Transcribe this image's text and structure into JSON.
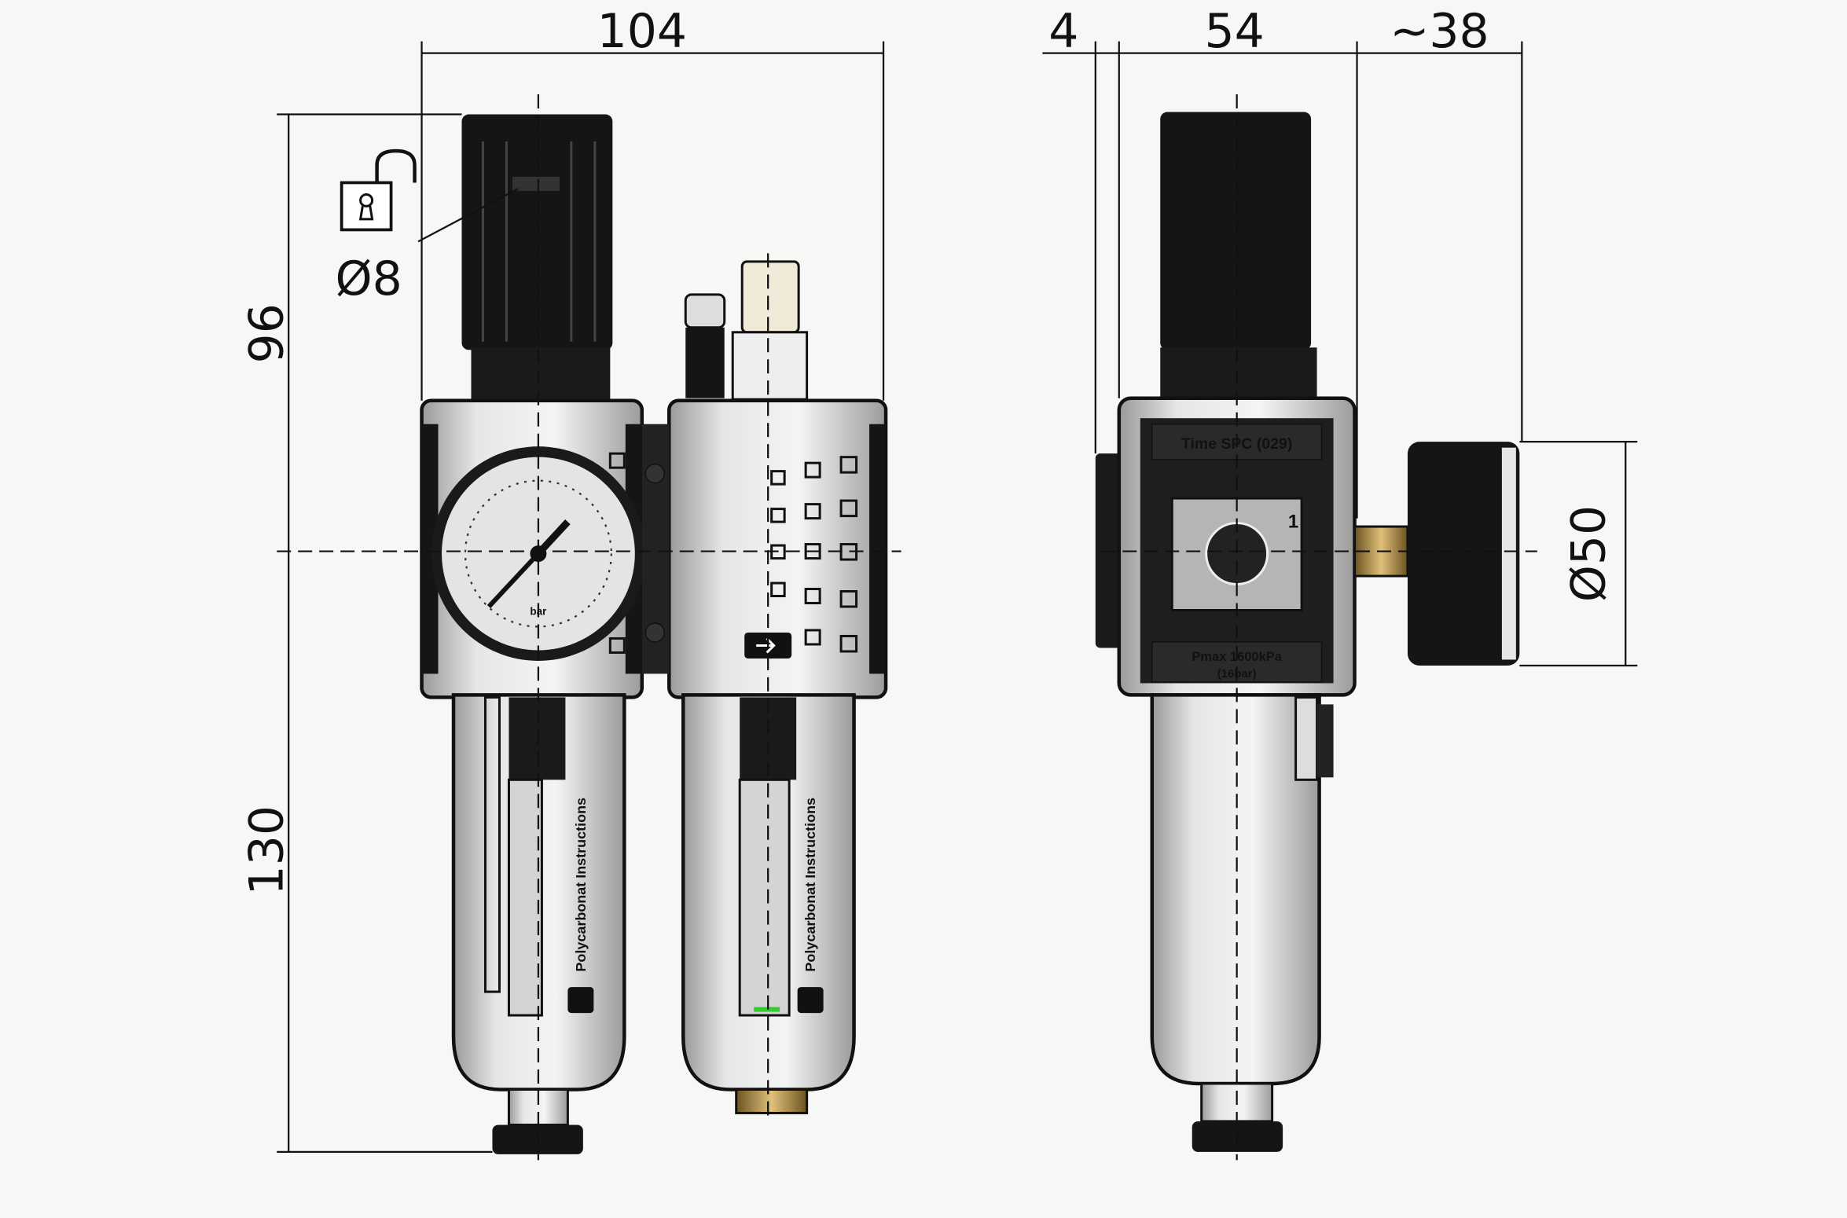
{
  "dimensions": {
    "total_width": "104",
    "wall_offset": "4",
    "body_depth": "54",
    "gauge_projection": "~38",
    "upper_height": "96",
    "lower_height": "130",
    "lock_diameter": "Ø8",
    "gauge_diameter": "Ø50"
  },
  "labels": {
    "bowl_text_filter": "Polycarbonat Instructions",
    "bowl_text_lubricator": "Polycarbonat Instructions",
    "side_top_plate": "Time SPC (029)",
    "side_bottom_plate_1": "Pmax 1600kPa",
    "side_bottom_plate_2": "(16bar)",
    "port_number": "1",
    "gauge_unit": "bar"
  },
  "colors": {
    "line": "#111111",
    "body": "#d9d9d9",
    "knob": "#151515",
    "brass": "#b08a3c",
    "background": "#f7f7f5"
  }
}
